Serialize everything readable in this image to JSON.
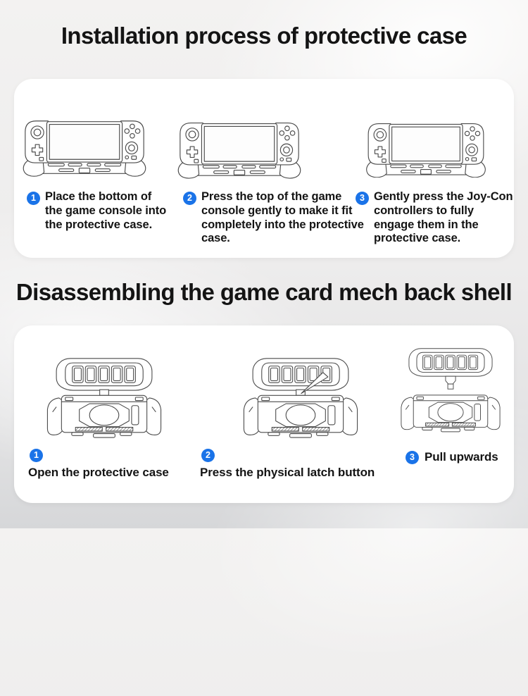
{
  "colors": {
    "accent": "#1a73e8",
    "text": "#141414",
    "card_bg": "#ffffff",
    "page_bg_top": "#f3f2f1",
    "page_bg_bottom": "#d6d7d9"
  },
  "section_install": {
    "title": "Installation process of protective case",
    "steps": [
      {
        "num": "1",
        "text": "Place the bottom of the game console into the protective case."
      },
      {
        "num": "2",
        "text": "Press the top of the game console gently to make it fit completely into the protective case."
      },
      {
        "num": "3",
        "text": "Gently press the Joy-Con controllers to fully engage them in the protective case."
      }
    ]
  },
  "section_disassemble": {
    "title": "Disassembling the game card mech back shell",
    "steps": [
      {
        "num": "1",
        "text": "Open the protective case"
      },
      {
        "num": "2",
        "text": "Press the physical latch button"
      },
      {
        "num": "3",
        "text": "Pull upwards"
      }
    ]
  },
  "illustrations": {
    "front_case": "game console seated in protective grip case (front view)",
    "back_open": "case back shell with game-card holder flipped open",
    "back_latch": "case back shell with arrow pointing at physical latch",
    "back_detached": "game-card holder pulled upward off the case back"
  }
}
